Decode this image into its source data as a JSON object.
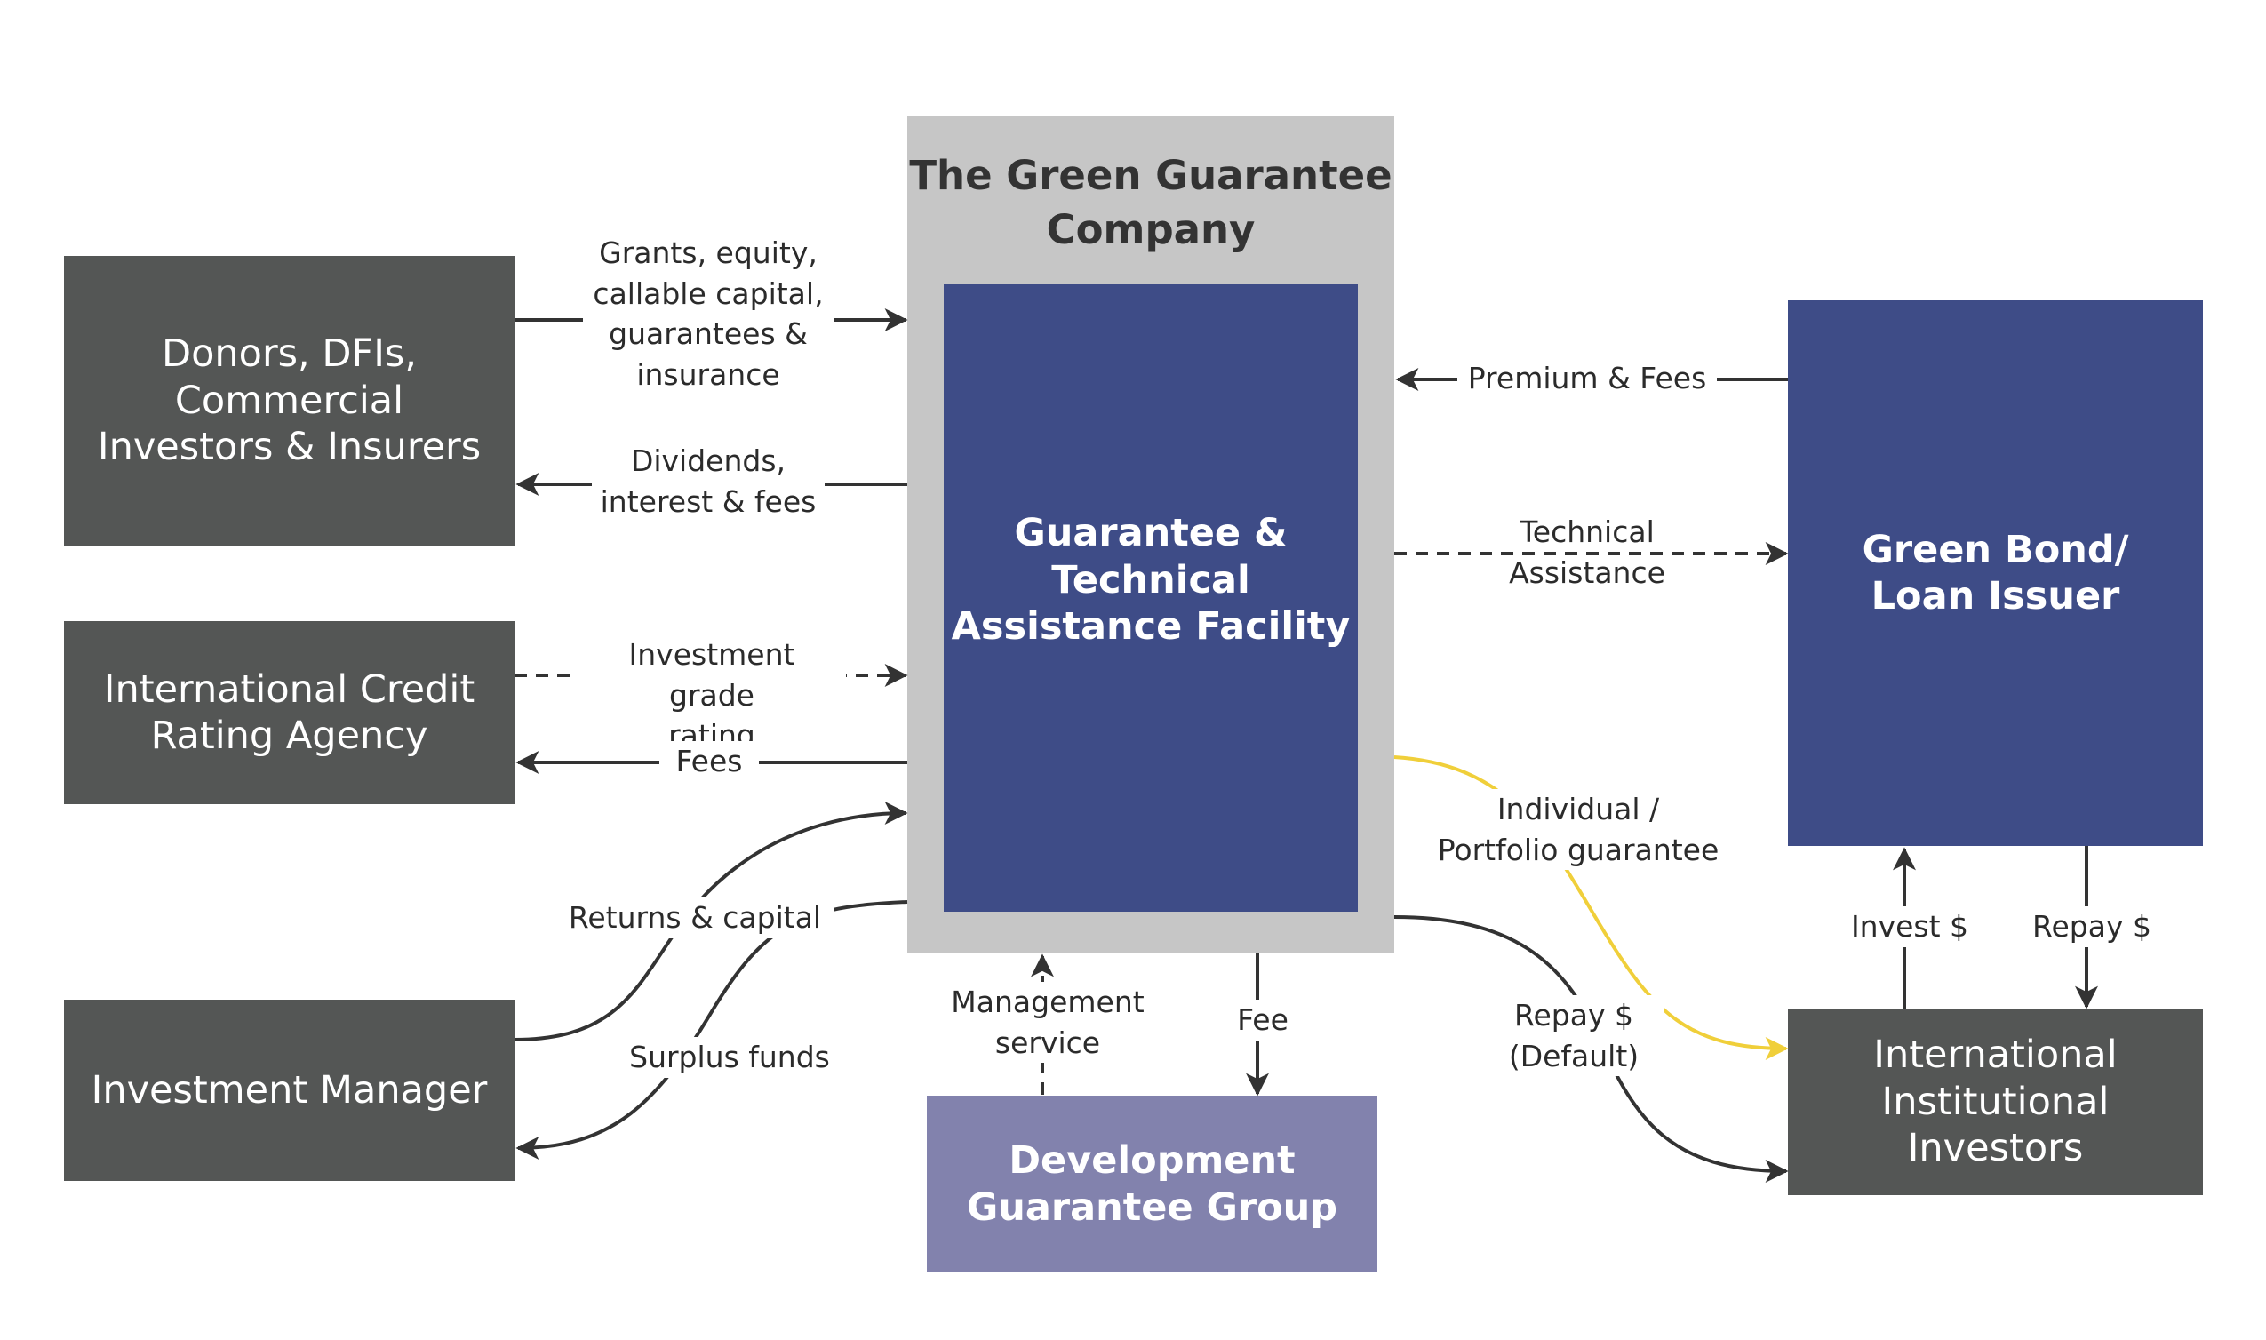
{
  "company": {
    "title": "The Green Guarantee\nCompany",
    "facility": "Guarantee &\nTechnical\nAssistance Facility"
  },
  "entities": {
    "donors": "Donors, DFIs,\nCommercial\nInvestors & Insurers",
    "rating_agency": "International Credit\nRating Agency",
    "investment_manager": "Investment Manager",
    "dgg": "Development\nGuarantee Group",
    "issuer": "Green Bond/\nLoan Issuer",
    "institutional": "International\nInstitutional\nInvestors"
  },
  "flows": {
    "grants": "Grants, equity,\ncallable capital,\nguarantees &\ninsurance",
    "dividends": "Dividends,\ninterest & fees",
    "rating": "Investment grade\nrating",
    "fees": "Fees",
    "returns": "Returns & capital",
    "surplus": "Surplus funds",
    "management": "Management\nservice",
    "fee": "Fee",
    "premium": "Premium & Fees",
    "technical": "Technical\nAssistance",
    "guarantee": "Individual /\nPortfolio guarantee",
    "repay_default": "Repay $\n(Default)",
    "invest": "Invest $",
    "repay": "Repay $"
  },
  "colors": {
    "dark_box": "#545655",
    "navy_box": "#3e4c87",
    "lavender_box": "#8282ad",
    "outer_box": "#c6c6c6",
    "arrow": "#333333",
    "guarantee_arrow": "#f0cf3a"
  }
}
